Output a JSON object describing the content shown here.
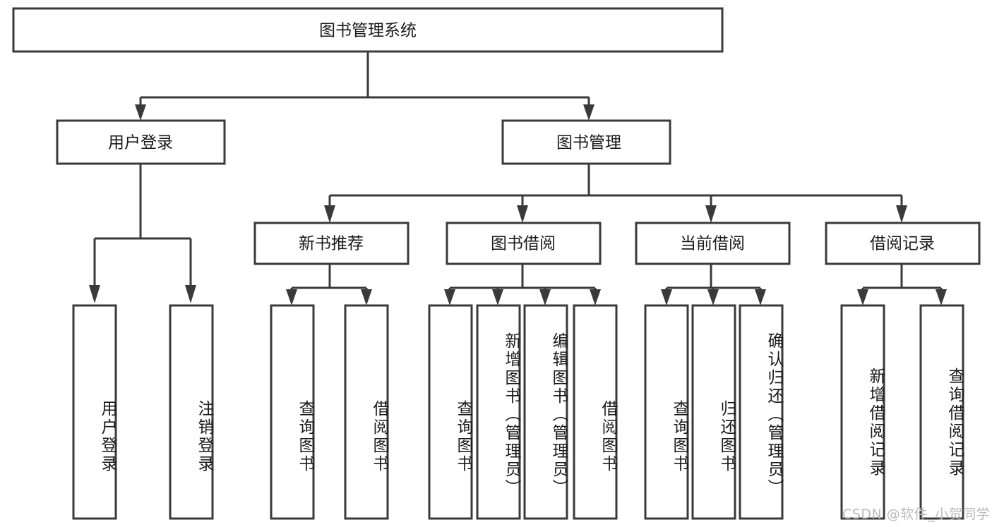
{
  "diagram": {
    "title": "图书管理系统",
    "type": "tree-hierarchy",
    "orientation": "top-down",
    "root": {
      "id": "root",
      "label": "图书管理系统",
      "text_orientation": "horizontal"
    },
    "level2": [
      {
        "id": "user-login",
        "label": "用户登录",
        "text_orientation": "horizontal"
      },
      {
        "id": "book-management",
        "label": "图书管理",
        "text_orientation": "horizontal"
      }
    ],
    "level3": [
      {
        "id": "new-book-recommend",
        "label": "新书推荐",
        "parent": "book-management",
        "text_orientation": "horizontal"
      },
      {
        "id": "book-borrow",
        "label": "图书借阅",
        "parent": "book-management",
        "text_orientation": "horizontal"
      },
      {
        "id": "current-borrow",
        "label": "当前借阅",
        "parent": "book-management",
        "text_orientation": "horizontal"
      },
      {
        "id": "borrow-record",
        "label": "借阅记录",
        "parent": "book-management",
        "text_orientation": "horizontal"
      }
    ],
    "leaves": [
      {
        "id": "leaf-user-login",
        "label": "用户登录",
        "parent": "user-login",
        "text_orientation": "vertical"
      },
      {
        "id": "leaf-logout",
        "label": "注销登录",
        "parent": "user-login",
        "text_orientation": "vertical"
      },
      {
        "id": "leaf-query-book-1",
        "label": "查询图书",
        "parent": "new-book-recommend",
        "text_orientation": "vertical"
      },
      {
        "id": "leaf-borrow-book-1",
        "label": "借阅图书",
        "parent": "new-book-recommend",
        "text_orientation": "vertical"
      },
      {
        "id": "leaf-query-book-2",
        "label": "查询图书",
        "parent": "book-borrow",
        "text_orientation": "vertical"
      },
      {
        "id": "leaf-add-book",
        "label": "新增图书（管理员）",
        "parent": "book-borrow",
        "text_orientation": "vertical"
      },
      {
        "id": "leaf-edit-book",
        "label": "编辑图书（管理员）",
        "parent": "book-borrow",
        "text_orientation": "vertical"
      },
      {
        "id": "leaf-borrow-book-2",
        "label": "借阅图书",
        "parent": "book-borrow",
        "text_orientation": "vertical"
      },
      {
        "id": "leaf-query-book-3",
        "label": "查询图书",
        "parent": "current-borrow",
        "text_orientation": "vertical"
      },
      {
        "id": "leaf-return-book",
        "label": "归还图书",
        "parent": "current-borrow",
        "text_orientation": "vertical"
      },
      {
        "id": "leaf-confirm-return",
        "label": "确认归还（管理员）",
        "parent": "current-borrow",
        "text_orientation": "vertical"
      },
      {
        "id": "leaf-add-record",
        "label": "新增借阅记录",
        "parent": "borrow-record",
        "text_orientation": "vertical"
      },
      {
        "id": "leaf-query-record",
        "label": "查询借阅记录",
        "parent": "borrow-record",
        "text_orientation": "vertical"
      }
    ],
    "colors": {
      "box_stroke": "#3a3a3a",
      "box_fill": "#ffffff",
      "connector": "#3a3a3a",
      "text": "#1a1a1a",
      "background": "#ffffff",
      "watermark": "#b9b9b9"
    }
  },
  "watermark": {
    "text": "CSDN @软件_小贺同学"
  }
}
